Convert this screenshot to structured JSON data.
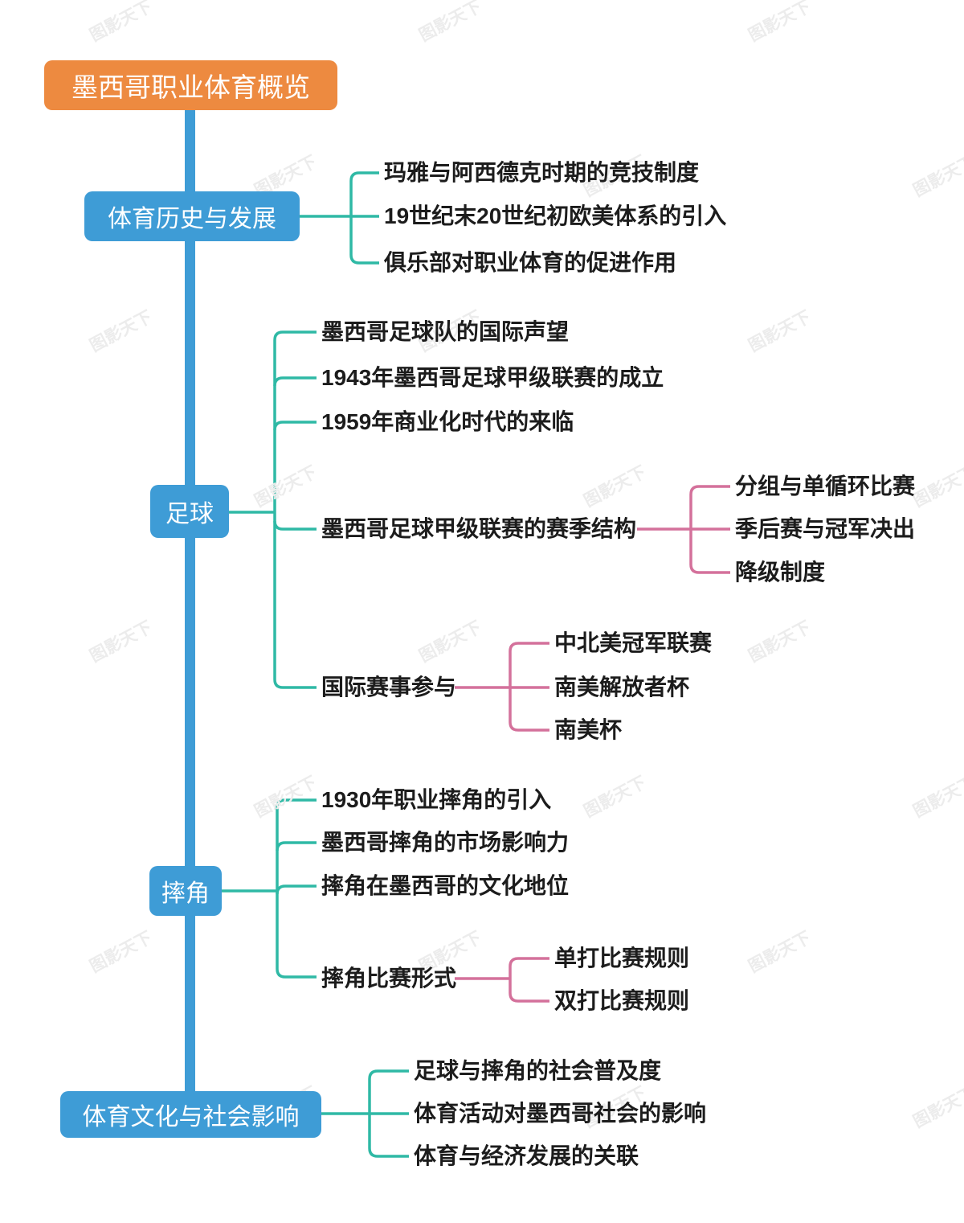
{
  "root": {
    "label": "墨西哥职业体育概览"
  },
  "watermark": {
    "text": "图影天下"
  },
  "colors": {
    "root_bg": "#ED8A40",
    "branch_bg": "#3E9CD6",
    "trunk": "#3E9CD6",
    "level2_connector": "#2FB9A5",
    "level3_connector": "#D4719B",
    "leaf_text": "#1c1c1c"
  },
  "branches": [
    {
      "label": "体育历史与发展",
      "children": [
        {
          "label": "玛雅与阿西德克时期的竞技制度"
        },
        {
          "label": "19世纪末20世纪初欧美体系的引入"
        },
        {
          "label": "俱乐部对职业体育的促进作用"
        }
      ]
    },
    {
      "label": "足球",
      "children": [
        {
          "label": "墨西哥足球队的国际声望"
        },
        {
          "label": "1943年墨西哥足球甲级联赛的成立"
        },
        {
          "label": "1959年商业化时代的来临"
        },
        {
          "label": "墨西哥足球甲级联赛的赛季结构",
          "children": [
            {
              "label": "分组与单循环比赛"
            },
            {
              "label": "季后赛与冠军决出"
            },
            {
              "label": "降级制度"
            }
          ]
        },
        {
          "label": "国际赛事参与",
          "children": [
            {
              "label": "中北美冠军联赛"
            },
            {
              "label": "南美解放者杯"
            },
            {
              "label": "南美杯"
            }
          ]
        }
      ]
    },
    {
      "label": "摔角",
      "children": [
        {
          "label": "1930年职业摔角的引入"
        },
        {
          "label": "墨西哥摔角的市场影响力"
        },
        {
          "label": "摔角在墨西哥的文化地位"
        },
        {
          "label": "摔角比赛形式",
          "children": [
            {
              "label": "单打比赛规则"
            },
            {
              "label": "双打比赛规则"
            }
          ]
        }
      ]
    },
    {
      "label": "体育文化与社会影响",
      "children": [
        {
          "label": "足球与摔角的社会普及度"
        },
        {
          "label": "体育活动对墨西哥社会的影响"
        },
        {
          "label": "体育与经济发展的关联"
        }
      ]
    }
  ]
}
